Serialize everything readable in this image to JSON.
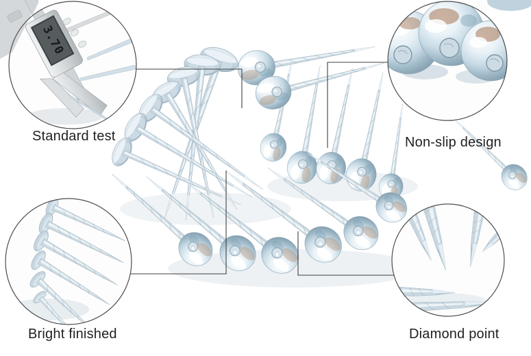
{
  "image": {
    "description": "Umbrella head roofing nails product photo with four feature callouts"
  },
  "callouts": [
    {
      "id": "standard-test",
      "label": "Standard test",
      "position": "top-left"
    },
    {
      "id": "non-slip",
      "label": "Non-slip design",
      "position": "top-right"
    },
    {
      "id": "bright-finished",
      "label": "Bright finished",
      "position": "bottom-left"
    },
    {
      "id": "diamond-point",
      "label": "Diamond point",
      "position": "bottom-right"
    }
  ],
  "caliper": {
    "display_value": "3.70"
  },
  "colors": {
    "background": "#ffffff",
    "connector_line": "#3f3f3f",
    "circle_border": "#4d4d4d",
    "label_text": "#1f1f1f",
    "steel_light": "#f5fafc",
    "steel_mid": "#ccd9e2",
    "steel_dark": "#8fa6b4",
    "warm_reflection": "#a4734f"
  }
}
